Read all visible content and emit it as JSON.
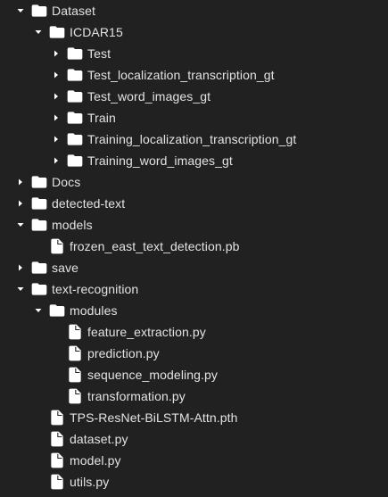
{
  "colors": {
    "background": "#212121",
    "text": "#e3e3e3",
    "icon": "#ffffff"
  },
  "tree": [
    {
      "label": "Dataset",
      "type": "folder",
      "depth": 0,
      "state": "expanded",
      "icon": "folder-icon"
    },
    {
      "label": "ICDAR15",
      "type": "folder",
      "depth": 1,
      "state": "expanded",
      "icon": "folder-icon"
    },
    {
      "label": "Test",
      "type": "folder",
      "depth": 2,
      "state": "collapsed",
      "icon": "folder-icon"
    },
    {
      "label": "Test_localization_transcription_gt",
      "type": "folder",
      "depth": 2,
      "state": "collapsed",
      "icon": "folder-icon"
    },
    {
      "label": "Test_word_images_gt",
      "type": "folder",
      "depth": 2,
      "state": "collapsed",
      "icon": "folder-icon"
    },
    {
      "label": "Train",
      "type": "folder",
      "depth": 2,
      "state": "collapsed",
      "icon": "folder-icon"
    },
    {
      "label": "Training_localization_transcription_gt",
      "type": "folder",
      "depth": 2,
      "state": "collapsed",
      "icon": "folder-icon"
    },
    {
      "label": "Training_word_images_gt",
      "type": "folder",
      "depth": 2,
      "state": "collapsed",
      "icon": "folder-icon"
    },
    {
      "label": "Docs",
      "type": "folder",
      "depth": 0,
      "state": "collapsed",
      "icon": "folder-icon"
    },
    {
      "label": "detected-text",
      "type": "folder",
      "depth": 0,
      "state": "collapsed",
      "icon": "folder-icon"
    },
    {
      "label": "models",
      "type": "folder",
      "depth": 0,
      "state": "expanded",
      "icon": "folder-icon"
    },
    {
      "label": "frozen_east_text_detection.pb",
      "type": "file",
      "depth": 1,
      "state": "none",
      "icon": "file-icon"
    },
    {
      "label": "save",
      "type": "folder",
      "depth": 0,
      "state": "collapsed",
      "icon": "folder-icon"
    },
    {
      "label": "text-recognition",
      "type": "folder",
      "depth": 0,
      "state": "expanded",
      "icon": "folder-icon"
    },
    {
      "label": "modules",
      "type": "folder",
      "depth": 1,
      "state": "expanded",
      "icon": "folder-icon"
    },
    {
      "label": "feature_extraction.py",
      "type": "file",
      "depth": 2,
      "state": "none",
      "icon": "file-icon"
    },
    {
      "label": "prediction.py",
      "type": "file",
      "depth": 2,
      "state": "none",
      "icon": "file-icon"
    },
    {
      "label": "sequence_modeling.py",
      "type": "file",
      "depth": 2,
      "state": "none",
      "icon": "file-icon"
    },
    {
      "label": "transformation.py",
      "type": "file",
      "depth": 2,
      "state": "none",
      "icon": "file-icon"
    },
    {
      "label": "TPS-ResNet-BiLSTM-Attn.pth",
      "type": "file",
      "depth": 1,
      "state": "none",
      "icon": "file-icon"
    },
    {
      "label": "dataset.py",
      "type": "file",
      "depth": 1,
      "state": "none",
      "icon": "file-icon"
    },
    {
      "label": "model.py",
      "type": "file",
      "depth": 1,
      "state": "none",
      "icon": "file-icon"
    },
    {
      "label": "utils.py",
      "type": "file",
      "depth": 1,
      "state": "none",
      "icon": "file-icon"
    }
  ]
}
